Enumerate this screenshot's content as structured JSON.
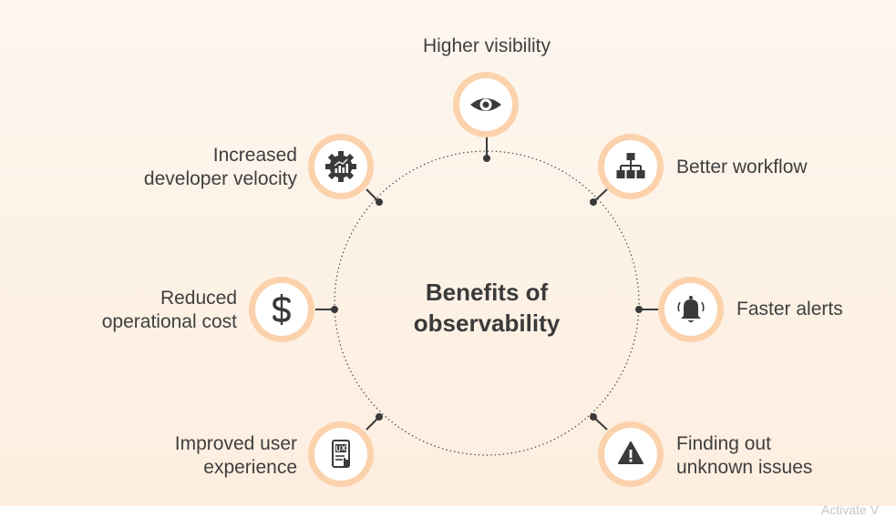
{
  "diagram": {
    "center_title_line1": "Benefits of",
    "center_title_line2": "observability",
    "benefits": [
      {
        "id": "higher-visibility",
        "lines": [
          "Higher visibility"
        ],
        "icon": "eye-icon"
      },
      {
        "id": "better-workflow",
        "lines": [
          "Better workflow"
        ],
        "icon": "hierarchy-icon"
      },
      {
        "id": "faster-alerts",
        "lines": [
          "Faster alerts"
        ],
        "icon": "bell-icon"
      },
      {
        "id": "finding-unknown-issues",
        "lines": [
          "Finding out",
          "unknown issues"
        ],
        "icon": "warning-icon"
      },
      {
        "id": "improved-user-experience",
        "lines": [
          "Improved user",
          "experience"
        ],
        "icon": "ux-phone-icon"
      },
      {
        "id": "reduced-operational-cost",
        "lines": [
          "Reduced",
          "operational cost"
        ],
        "icon": "dollar-icon"
      },
      {
        "id": "increased-developer-velocity",
        "lines": [
          "Increased",
          "developer velocity"
        ],
        "icon": "gear-chart-icon"
      }
    ],
    "colors": {
      "ring_outer": "#fbd2ac",
      "ring_inner": "#ffffff",
      "icon_fill": "#3a3a3a",
      "text": "#3f3f3f"
    }
  },
  "watermark": "Activate V"
}
